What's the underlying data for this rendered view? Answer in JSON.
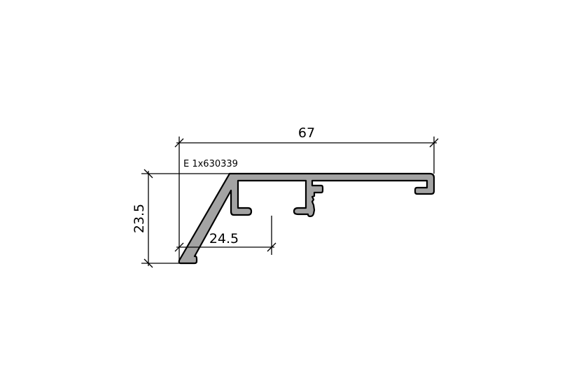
{
  "drawing": {
    "profile_label": "E 1x630339",
    "dimensions": {
      "overall_width": "67",
      "overall_height": "23.5",
      "bottom_offset": "24.5"
    },
    "colors": {
      "profile_fill": "#a3a3a3",
      "line": "#000000"
    }
  }
}
